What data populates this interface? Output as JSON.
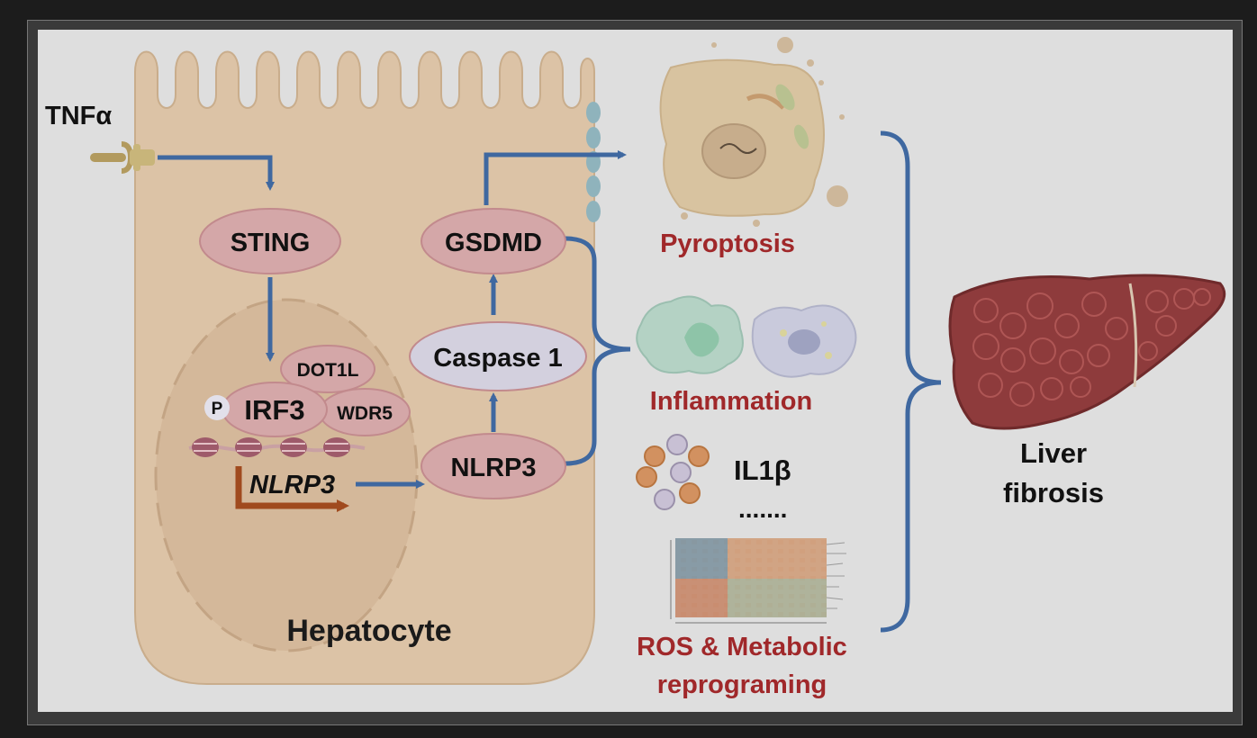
{
  "diagram": {
    "input_signal": "TNFα",
    "cell_label": "Hepatocyte",
    "nodes": {
      "sting": "STING",
      "dot1l": "DOT1L",
      "irf3": "IRF3",
      "wdr5": "WDR5",
      "phospho": "P",
      "gene": "NLRP3",
      "nlrp3": "NLRP3",
      "caspase1": "Caspase 1",
      "gsdmd": "GSDMD"
    },
    "outcomes": {
      "pyroptosis": "Pyroptosis",
      "inflammation": "Inflammation",
      "il1b": "IL1β",
      "ellipsis": ".......",
      "ros_line1": "ROS & Metabolic",
      "ros_line2": "reprograming"
    },
    "result": {
      "line1": "Liver",
      "line2": "fibrosis"
    }
  },
  "colors": {
    "arrow": "#3f68a0",
    "cell_fill": "#dcc3a6",
    "node_pink": "#d4a7a8",
    "node_lavender": "#d3d0de",
    "outcome_red": "#a0282a",
    "liver": "#8e3b3c"
  }
}
